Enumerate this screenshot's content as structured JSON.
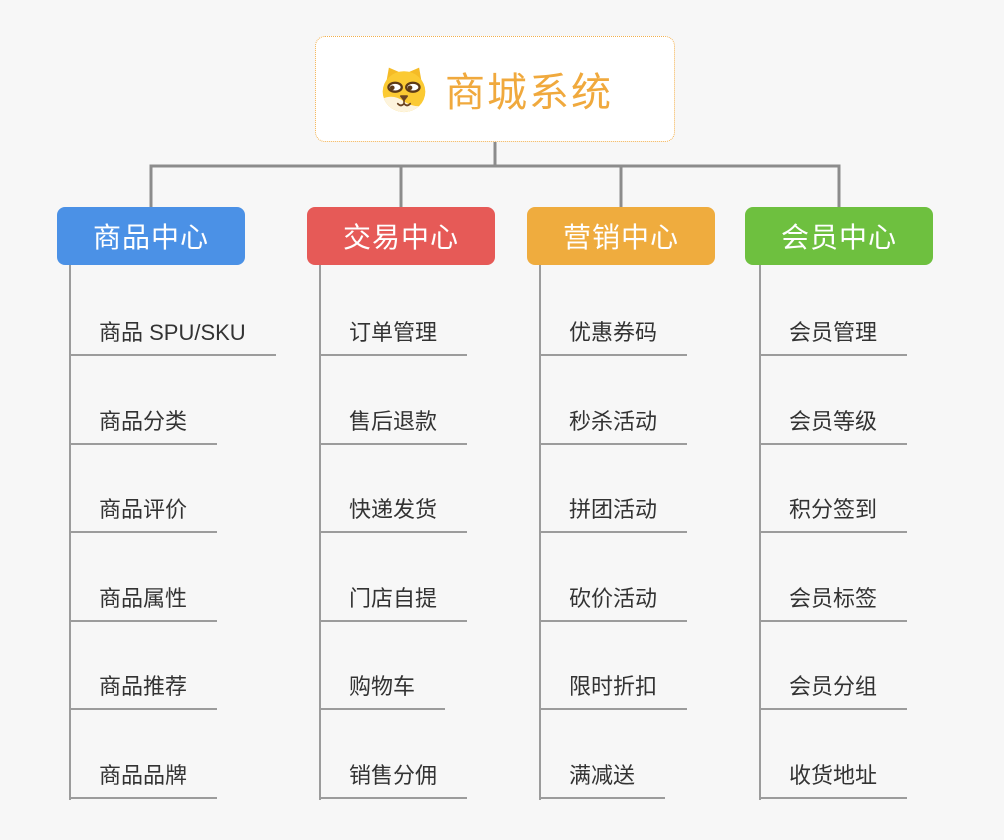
{
  "canvas": {
    "background": "#f7f7f7",
    "connector_color": "#8c8c8c",
    "underline_color": "#9c9c9c"
  },
  "root": {
    "title": "商城系统",
    "icon": "shiba-dog-icon",
    "title_color": "#f0a93d",
    "border_color": "#f2b04e"
  },
  "branches": [
    {
      "id": "product-center",
      "label": "商品中心",
      "color": "#4b91e6",
      "items": [
        "商品 SPU/SKU",
        "商品分类",
        "商品评价",
        "商品属性",
        "商品推荐",
        "商品品牌"
      ]
    },
    {
      "id": "trade-center",
      "label": "交易中心",
      "color": "#e65a57",
      "items": [
        "订单管理",
        "售后退款",
        "快递发货",
        "门店自提",
        "购物车",
        "销售分佣"
      ]
    },
    {
      "id": "marketing-center",
      "label": "营销中心",
      "color": "#efac3e",
      "items": [
        "优惠券码",
        "秒杀活动",
        "拼团活动",
        "砍价活动",
        "限时折扣",
        "满减送"
      ]
    },
    {
      "id": "member-center",
      "label": "会员中心",
      "color": "#6ec03f",
      "items": [
        "会员管理",
        "会员等级",
        "积分签到",
        "会员标签",
        "会员分组",
        "收货地址"
      ]
    }
  ]
}
